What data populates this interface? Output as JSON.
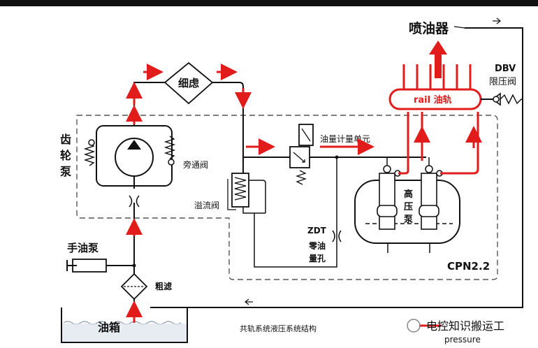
{
  "labels": {
    "injector": "喷油器",
    "dbv": "DBV",
    "pressure_limit_valve": "限压阀",
    "rail": "rail 油轨",
    "fine_filter": "细虑",
    "gear_pump": [
      "齿",
      "轮",
      "泵"
    ],
    "bypass_valve": "旁通阀",
    "metering_unit": "油量计量单元",
    "overflow_valve": "溢流阀",
    "high_pressure_pump": [
      "高",
      "压",
      "泵"
    ],
    "zdt": "ZDT",
    "zero_oil_hole": [
      "零油",
      "量孔"
    ],
    "cpn": "CPN2.2",
    "hand_pump": "手油泵",
    "coarse_filter": "粗滤",
    "tank": "油箱",
    "caption": "共轨系统液压系统结构",
    "legend_pressure": "pressure",
    "watermark": "电控知识搬运工"
  },
  "colors": {
    "pressure_red": "#e21b1b",
    "line": "#111111",
    "dashed": "#555555",
    "water": "#b9c6d6"
  }
}
